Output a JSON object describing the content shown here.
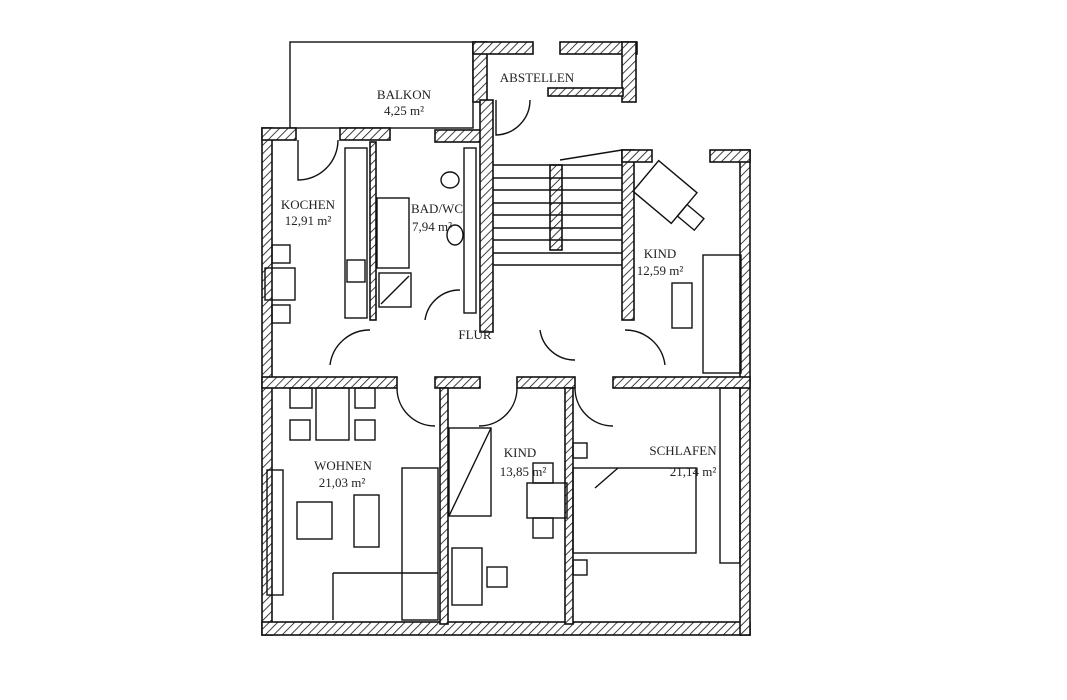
{
  "plan": {
    "rooms": [
      {
        "id": "balkon",
        "name": "BALKON",
        "area": "4,25 m²"
      },
      {
        "id": "abstellen",
        "name": "ABSTELLEN",
        "area": ""
      },
      {
        "id": "kochen",
        "name": "KOCHEN",
        "area": "12,91 m²"
      },
      {
        "id": "bad",
        "name": "BAD/WC",
        "area": "7,94 m²"
      },
      {
        "id": "kind1",
        "name": "KIND",
        "area": "12,59 m²"
      },
      {
        "id": "flur",
        "name": "FLUR",
        "area": ""
      },
      {
        "id": "wohnen",
        "name": "WOHNEN",
        "area": "21,03 m²"
      },
      {
        "id": "kind2",
        "name": "KIND",
        "area": "13,85 m²"
      },
      {
        "id": "schlafen",
        "name": "SCHLAFEN",
        "area": "21,14 m²"
      }
    ]
  },
  "colors": {
    "line": "#111111",
    "background": "#ffffff"
  }
}
